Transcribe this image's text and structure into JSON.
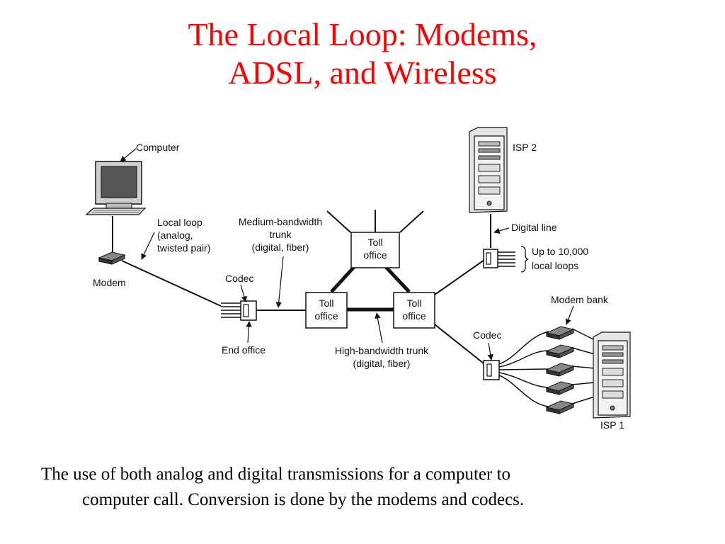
{
  "slide": {
    "title_line1": "The Local Loop: Modems,",
    "title_line2": "ADSL, and Wireless",
    "caption_line1": "The use of both analog and digital transmissions for a computer to",
    "caption_line2": "computer call.  Conversion is done by the modems and codecs."
  },
  "diagram": {
    "labels": {
      "computer": "Computer",
      "modem": "Modem",
      "local_loop_1": "Local loop",
      "local_loop_2": "(analog,",
      "local_loop_3": "twisted pair)",
      "medium_trunk_1": "Medium-bandwidth",
      "medium_trunk_2": "trunk",
      "medium_trunk_3": "(digital, fiber)",
      "codec_left": "Codec",
      "end_office": "End office",
      "toll_office_top_1": "Toll",
      "toll_office_top_2": "office",
      "toll_office_left_1": "Toll",
      "toll_office_left_2": "office",
      "toll_office_right_1": "Toll",
      "toll_office_right_2": "office",
      "high_trunk_1": "High-bandwidth trunk",
      "high_trunk_2": "(digital, fiber)",
      "isp2": "ISP 2",
      "digital_line": "Digital line",
      "local_loops_1": "Up to 10,000",
      "local_loops_2": "local loops",
      "modem_bank": "Modem bank",
      "codec_right": "Codec",
      "isp1": "ISP 1"
    }
  }
}
